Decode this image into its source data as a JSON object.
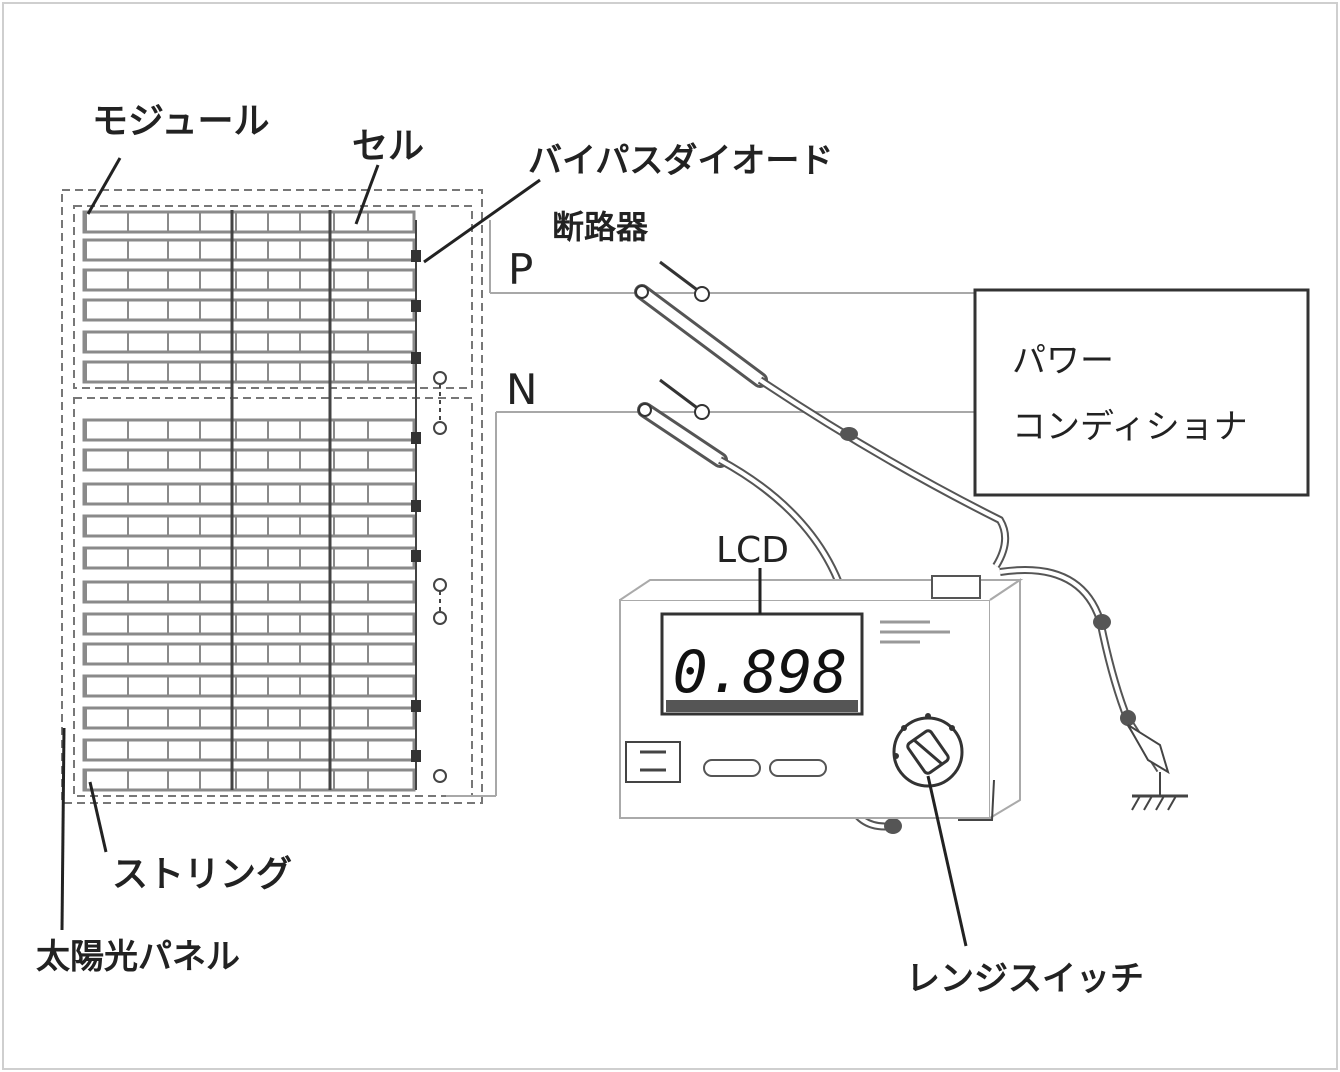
{
  "labels": {
    "module": "モジュール",
    "cell": "セル",
    "bypass_diode": "バイパスダイオード",
    "breaker": "断路器",
    "terminal_p": "P",
    "terminal_n": "N",
    "power_conditioner_line1": "パワー",
    "power_conditioner_line2": "コンディショナ",
    "lcd": "LCD",
    "string": "ストリング",
    "solar_panel": "太陽光パネル",
    "range_switch": "レンジスイッチ"
  },
  "meter": {
    "reading": "0.898"
  },
  "colors": {
    "line": "#2b2b2b",
    "wire_light": "#a8a8a8",
    "panel_cell": "#8a8a8a",
    "background": "#ffffff"
  }
}
